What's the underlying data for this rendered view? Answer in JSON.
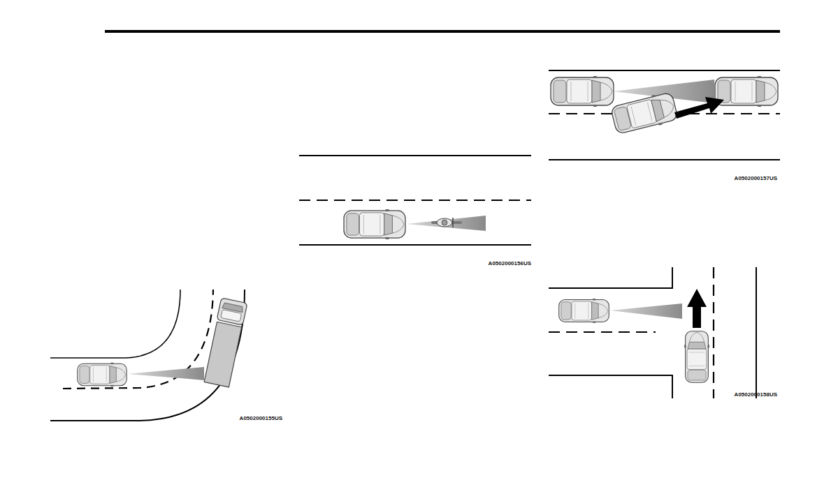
{
  "diagram": {
    "labels": [
      "A0502000155US",
      "A0502000156US",
      "A0502000157US",
      "A0502000158US"
    ]
  }
}
